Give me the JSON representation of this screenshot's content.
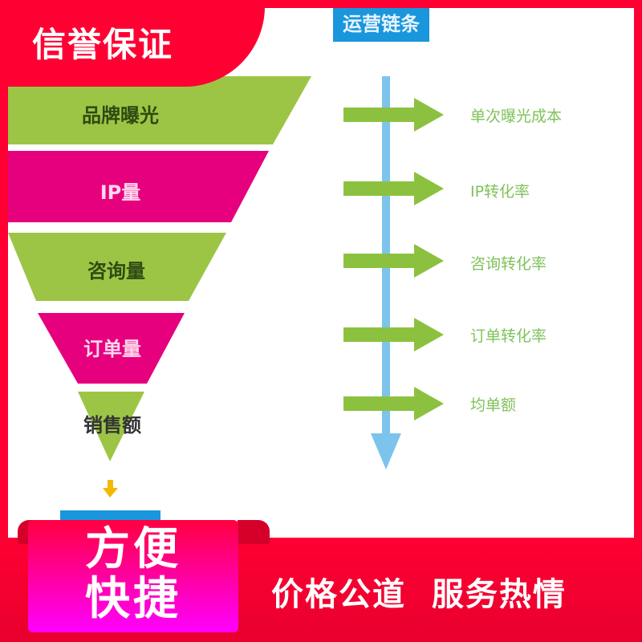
{
  "top_banner": {
    "title": "信誉保证",
    "color": "#ff0033"
  },
  "funnel": {
    "stages": [
      {
        "label": "品牌曝光",
        "color": "#9dc545",
        "text_color": "#2f4a12"
      },
      {
        "label": "IP量",
        "color": "#e6007e",
        "text_color": "#ffd6ee"
      },
      {
        "label": "咨询量",
        "color": "#9dc545",
        "text_color": "#2f4a12"
      },
      {
        "label": "订单量",
        "color": "#e6007e",
        "text_color": "#ffd6ee"
      },
      {
        "label": "销售额",
        "color": "#9dc545",
        "text_color": "#333333"
      }
    ],
    "down_arrow_color": "#f5b800"
  },
  "chain": {
    "title": "运营链条",
    "title_bg": "#1a96dc",
    "axis_color": "#7cc4ec",
    "arrow_color": "#8cc13f",
    "metrics": [
      {
        "label": "单次曝光成本"
      },
      {
        "label": "IP转化率"
      },
      {
        "label": "咨询转化率"
      },
      {
        "label": "订单转化率"
      },
      {
        "label": "均单额"
      }
    ]
  },
  "bottom": {
    "ribbon_text": "方便\n快捷",
    "ribbon_line1": "方便",
    "ribbon_line2": "快捷",
    "slogan": "价格公道  服务热情"
  }
}
